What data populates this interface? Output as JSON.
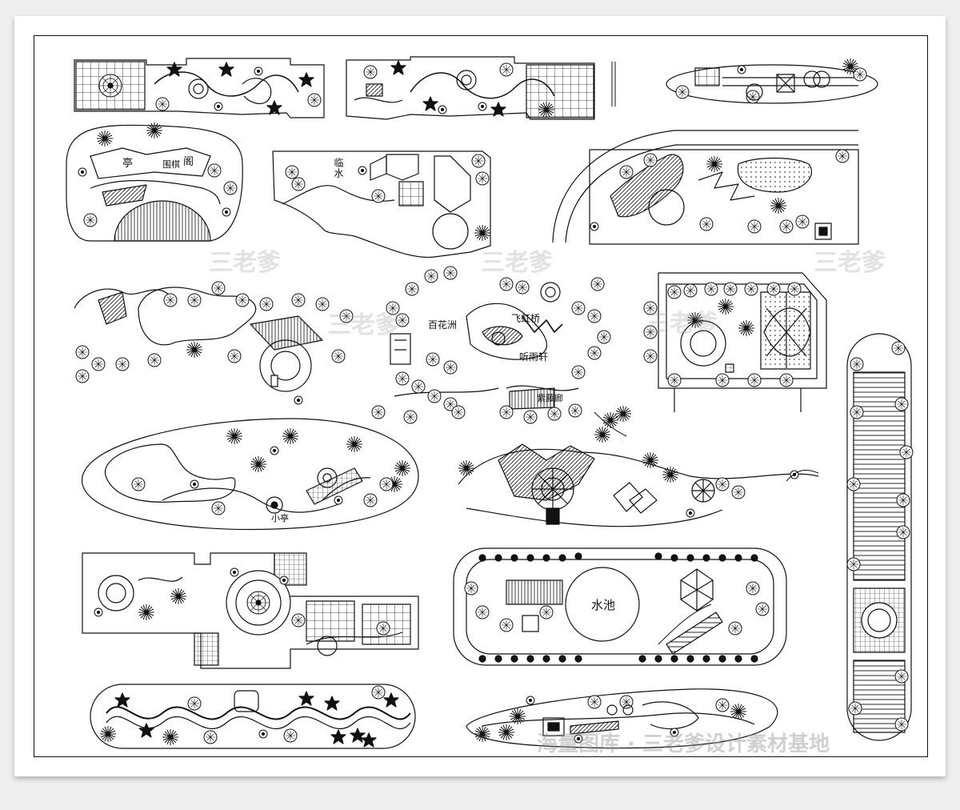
{
  "watermarks": {
    "main": "三老爹",
    "footer": "海量图库 · 三老爹设计素材基地"
  },
  "labels": {
    "pond": "水池",
    "pavilion_ting": "亭",
    "pavilion_ge": "阁",
    "flower_corridor": "百花洲",
    "feihong_bridge": "飞虹桥",
    "tingyu_xuan": "听雨轩",
    "ziteng_lang": "紫藤廊",
    "weiqi": "围棋",
    "lin_shui": "临水",
    "xiao_ting": "小亭"
  },
  "colors": {
    "ink": "#111111",
    "sheet": "#ffffff",
    "backdrop": "#eeeeee"
  }
}
